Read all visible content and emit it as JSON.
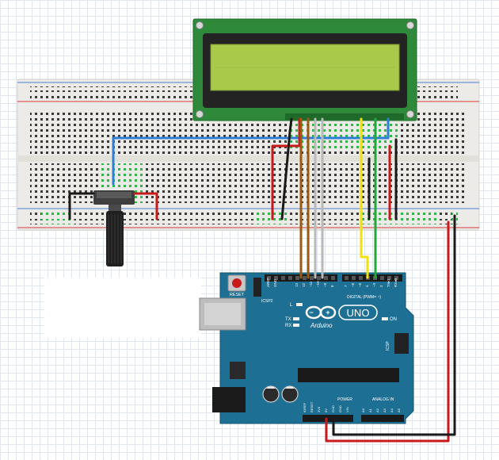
{
  "arduino": {
    "reset_label": "RESET",
    "icsp2_label": "ICSP2",
    "l_label": "L",
    "tx_label": "TX",
    "rx_label": "RX",
    "on_label": "ON",
    "uno_label": "UNO",
    "brand_label": "Arduino",
    "icsp_label": "ICSP",
    "digital_label": "DIGITAL (PWM= ~)",
    "power_label": "POWER",
    "analog_label": "ANALOG IN",
    "aref_label": "AREF",
    "gnd_label": "GND",
    "pin_13_label": "13",
    "pin_12_label": "12",
    "pin_11_label": "~11",
    "pin_10_label": "~10",
    "pin_9_label": "~9",
    "pin_8_label": "8",
    "pin_7_label": "7",
    "pin_6_label": "~6",
    "pin_5_label": "~5",
    "pin_4_label": "4",
    "pin_3_label": "~3",
    "pin_2_label": "2",
    "tx1_label": "TX▸1",
    "rx0_label": "RX◂0",
    "ioref_label": "IOREF",
    "reset_pin_label": "RESET",
    "v33_label": "3V3",
    "v5_label": "5V",
    "vin_label": "VIN",
    "a0_label": "A0",
    "a1_label": "A1",
    "a2_label": "A2",
    "a3_label": "A3",
    "a4_label": "A4",
    "a5_label": "A5"
  },
  "colors": {
    "board": "#1e6f94",
    "lcd_pcb": "#2e8a3a",
    "lcd_screen": "#a9c94a",
    "breadboard": "#eceae6",
    "wire_red": "#c8191b",
    "wire_black": "#1a1a1a",
    "wire_blue": "#2f7fd6",
    "wire_yellow": "#f1e20e",
    "wire_green": "#22a83a",
    "wire_brown": "#9a5a12",
    "wire_grey": "#b9b9b9"
  }
}
